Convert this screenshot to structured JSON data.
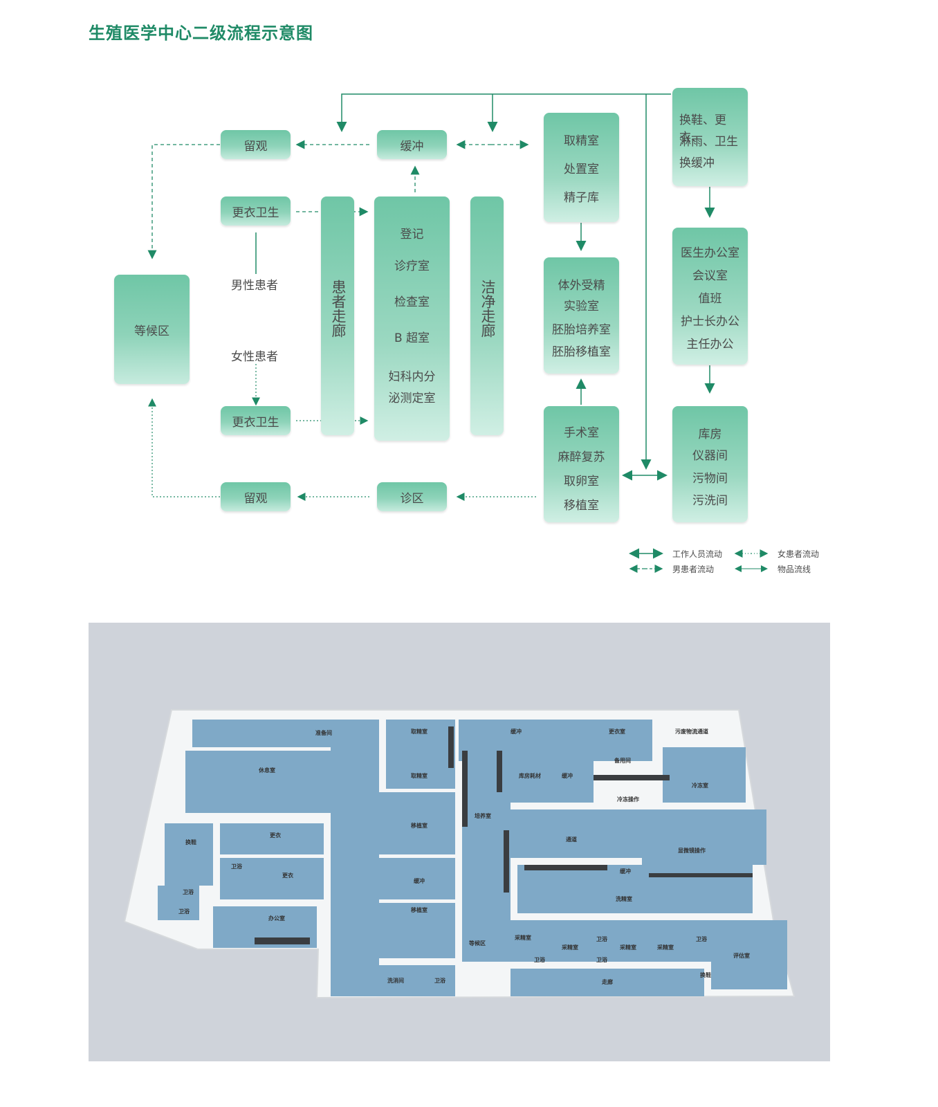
{
  "title": "生殖医学中心二级流程示意图",
  "flow": {
    "liuguan_top": "留观",
    "huanchong": "缓冲",
    "gengyi_top": "更衣卫生",
    "gengyi_bottom": "更衣卫生",
    "male": "男性患者",
    "female": "女性患者",
    "waiting": "等候区",
    "patient_corridor": "患者走廊",
    "clean_corridor": "洁净走廊",
    "center": [
      "登记",
      "诊疗室",
      "检查室",
      "B 超室",
      "妇科内分",
      "泌测定室"
    ],
    "qujing": [
      "取精室",
      "处置室",
      "精子库"
    ],
    "ivf": [
      "体外受精",
      "实验室",
      "胚胎培养室",
      "胚胎移植室"
    ],
    "surgery": [
      "手术室",
      "麻醉复苏",
      "取卵室",
      "移植室"
    ],
    "staff_entry": [
      "换鞋、更衣、",
      "淋雨、卫生",
      "换缓冲"
    ],
    "office": [
      "医生办公室",
      "会议室",
      "值班",
      "护士长办公",
      "主任办公"
    ],
    "storage": [
      "库房",
      "仪器间",
      "污物间",
      "污洗间"
    ],
    "liuguan_bottom": "留观",
    "zhenqu": "诊区"
  },
  "legend": {
    "staff": "工作人员流动",
    "female": "女患者流动",
    "male": "男患者流动",
    "goods": "物品流线"
  },
  "plan": {
    "rooms": [
      "准备间",
      "休息室",
      "换鞋",
      "更衣",
      "卫浴",
      "卫浴",
      "更衣",
      "卫浴",
      "办公室",
      "取精室",
      "取精室",
      "移植室",
      "缓冲",
      "移植室",
      "洗消间",
      "卫浴",
      "培养室",
      "等候区",
      "缓冲",
      "库房耗材",
      "缓冲",
      "更衣室",
      "备用间",
      "冷冻室",
      "冷冻操作",
      "通道",
      "显微镜操作",
      "缓冲",
      "洗精室",
      "污废物流通道",
      "采精室",
      "采精室",
      "采精室",
      "采精室",
      "卫浴",
      "卫浴",
      "卫浴",
      "卫浴",
      "评估室",
      "换鞋",
      "走廊"
    ]
  },
  "colors": {
    "accent": "#1f8a66",
    "box": "#7fcdb0"
  }
}
